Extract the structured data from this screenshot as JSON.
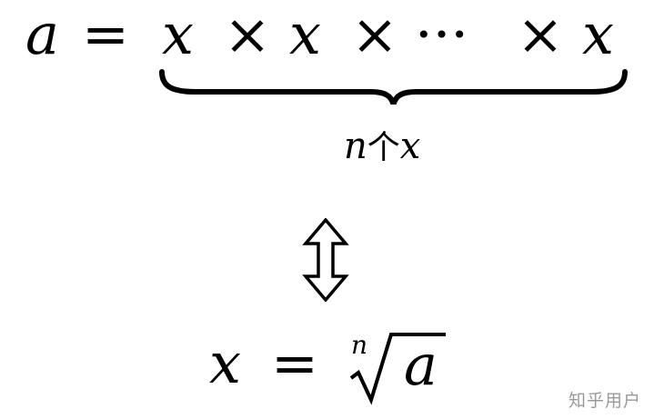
{
  "equation_top": {
    "lhs": "a",
    "equals": "=",
    "factor_1": "x",
    "times_1": "×",
    "factor_2": "x",
    "times_2": "×",
    "ellipsis": "···",
    "times_3": "×",
    "factor_last": "x"
  },
  "brace_label": {
    "count": "n",
    "measure_word": "个",
    "variable": "x"
  },
  "equivalence_symbol": "⇕",
  "equation_bottom": {
    "lhs": "x",
    "equals": "=",
    "root_index": "n",
    "radicand": "a"
  },
  "watermark": "知乎用户"
}
